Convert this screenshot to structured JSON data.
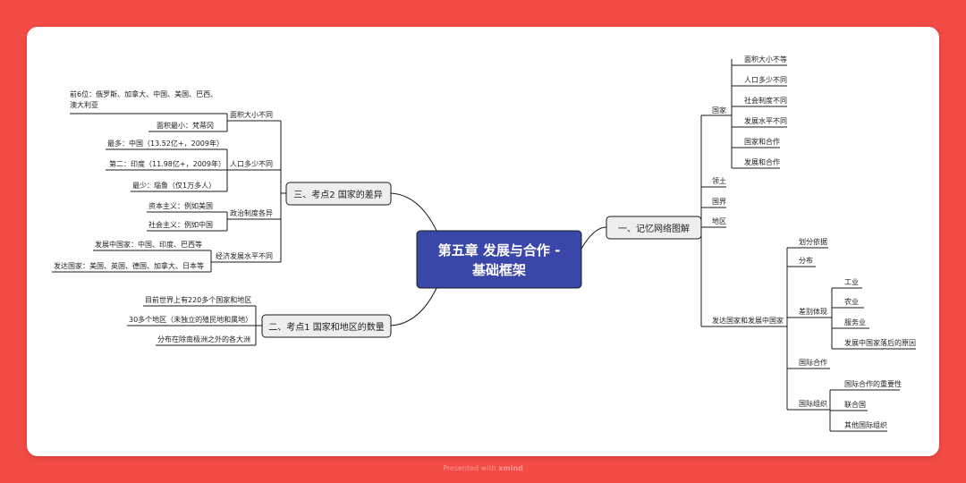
{
  "footer": {
    "text": "Presented with",
    "brand": "xmind"
  },
  "root": {
    "line1": "第五章 发展与合作 -",
    "line2": "基础框架"
  },
  "b1": {
    "label": "一、记忆网络图解",
    "c1": {
      "label": "国家",
      "items": [
        "面积大小不等",
        "人口多少不同",
        "社会制度不同",
        "发展水平不同",
        "国家和合作",
        "发展和合作"
      ]
    },
    "c2": "领土",
    "c3": "国界",
    "c4": "地区",
    "c5": {
      "label": "发达国家和发展中国家",
      "d1": "划分依据",
      "d2": "分布",
      "d3": {
        "label": "差别体现",
        "items": [
          "工业",
          "农业",
          "服务业",
          "发展中国家落后的原因"
        ]
      },
      "d4": "国际合作",
      "d5": {
        "label": "国际组织",
        "items": [
          "国际合作的重要性",
          "联合国",
          "其他国际组织"
        ]
      }
    }
  },
  "b2": {
    "label": "三、考点2 国家的差异",
    "c1": {
      "label": "面积大小不同",
      "items": [
        "前6位：俄罗斯、加拿大、中国、美国、巴西、",
        "澳大利亚",
        "面积最小：梵蒂冈"
      ]
    },
    "c2": {
      "label": "人口多少不同",
      "items": [
        "最多：中国（13.52亿+，2009年）",
        "第二：印度（11.98亿+，2009年）",
        "最少：瑙鲁（仅1万多人）"
      ]
    },
    "c3": {
      "label": "政治制度各异",
      "items": [
        "资本主义：例如美国",
        "社会主义：例如中国"
      ]
    },
    "c4": {
      "label": "经济发展水平不同",
      "items": [
        "发展中国家：中国、印度、巴西等",
        "发达国家：美国、英国、德国、加拿大、日本等"
      ]
    }
  },
  "b3": {
    "label": "二、考点1 国家和地区的数量",
    "items": [
      "目前世界上有220多个国家和地区",
      "30多个地区（未独立的殖民地和属地）",
      "分布在除南极洲之外的各大洲"
    ]
  }
}
